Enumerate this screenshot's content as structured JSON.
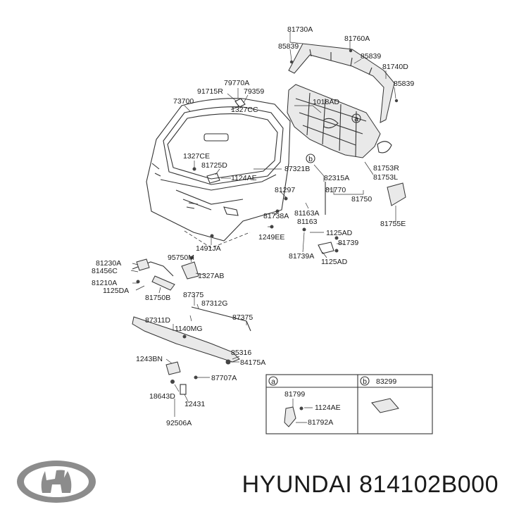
{
  "labels": {
    "81730A": "81730A",
    "85839a": "85839",
    "81760A": "81760A",
    "85839b": "85839",
    "81740D": "81740D",
    "85839c": "85839",
    "79770A": "79770A",
    "91715R": "91715R",
    "79359": "79359",
    "73700": "73700",
    "1327CCa": "1327CC",
    "1018AD": "1018AD",
    "callout_a1": "a",
    "1327CE": "1327CE",
    "81725D": "81725D",
    "1124AEa": "1124AE",
    "87321B": "87321B",
    "callout_b1": "b",
    "81753R": "81753R",
    "81753L": "81753L",
    "82315A": "82315A",
    "81297": "81297",
    "81770": "81770",
    "81750": "81750",
    "81738A": "81738A",
    "81163A": "81163A",
    "81163": "81163",
    "1249EE": "1249EE",
    "81755E": "81755E",
    "1125ADa": "1125AD",
    "81739": "81739",
    "1491JA": "1491JA",
    "95750M": "95750M",
    "81739A": "81739A",
    "1125ADb": "1125AD",
    "81230A": "81230A",
    "81456C": "81456C",
    "1327AB": "1327AB",
    "81210A": "81210A",
    "1125DA": "1125DA",
    "81750B": "81750B",
    "87375a": "87375",
    "87312G": "87312G",
    "87311D": "87311D",
    "87375b": "87375",
    "1140MG": "1140MG",
    "85316": "85316",
    "1243BN": "1243BN",
    "84175A": "84175A",
    "87707A": "87707A",
    "18643D": "18643D",
    "12431": "12431",
    "92506A": "92506A"
  },
  "legend_table": {
    "cell_a": {
      "marker": "a",
      "part_top": "81799",
      "part_mid": "1124AE",
      "part_bottom": "81792A"
    },
    "cell_b": {
      "marker": "b",
      "part": "83299"
    }
  },
  "footer": {
    "brand": "HYUNDAI",
    "part_number": "814102B000",
    "caption": "HYUNDAI 814102B000",
    "logo_icon": "hyundai-logo-icon"
  }
}
